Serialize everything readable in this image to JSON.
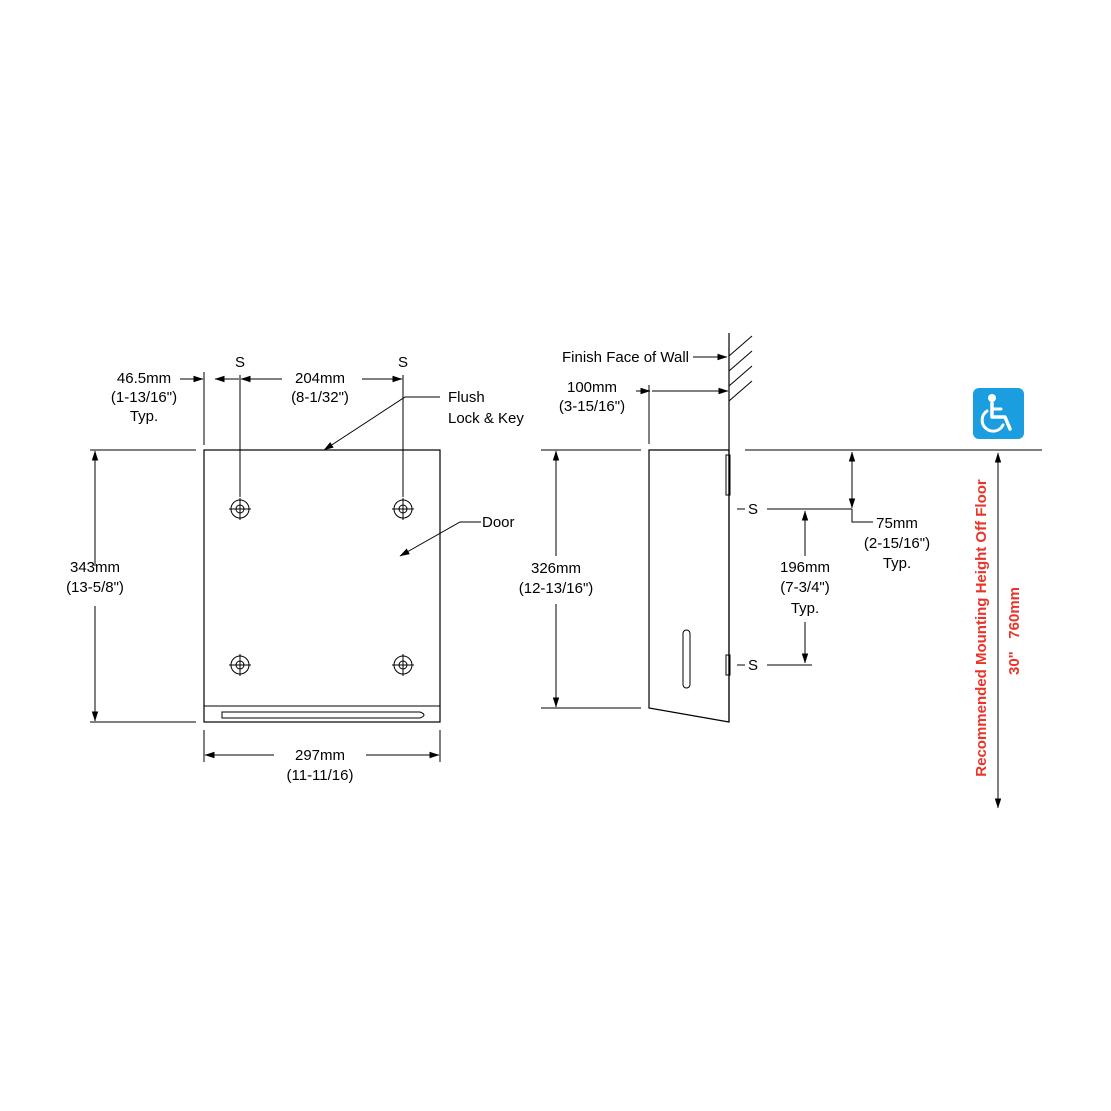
{
  "front_view": {
    "screw_left": "S",
    "screw_right": "S",
    "edge_dim_mm": "46.5mm",
    "edge_dim_in": "(1-13/16\")",
    "edge_dim_typ": "Typ.",
    "screw_spacing_mm": "204mm",
    "screw_spacing_in": "(8-1/32\")",
    "lock_line1": "Flush",
    "lock_line2": "Lock & Key",
    "door": "Door",
    "height_mm": "343mm",
    "height_in": "(13-5/8\")",
    "width_mm": "297mm",
    "width_in": "(11-11/16)"
  },
  "side_view": {
    "wall_label": "Finish Face of Wall",
    "depth_mm": "100mm",
    "depth_in": "(3-15/16\")",
    "height_mm": "326mm",
    "height_in": "(12-13/16\")",
    "screw_top": "S",
    "screw_bottom": "S",
    "top_offset_mm": "75mm",
    "top_offset_in": "(2-15/16\")",
    "top_offset_typ": "Typ.",
    "screw_vspacing_mm": "196mm",
    "screw_vspacing_in": "(7-3/4\")",
    "screw_vspacing_typ": "Typ."
  },
  "mounting": {
    "label": "Recommended Mounting Height Off Floor",
    "value": "30\"   760mm",
    "color": "#e8342a"
  },
  "accessibility": {
    "icon": "wheelchair-icon",
    "color": "#1a9ee0"
  }
}
